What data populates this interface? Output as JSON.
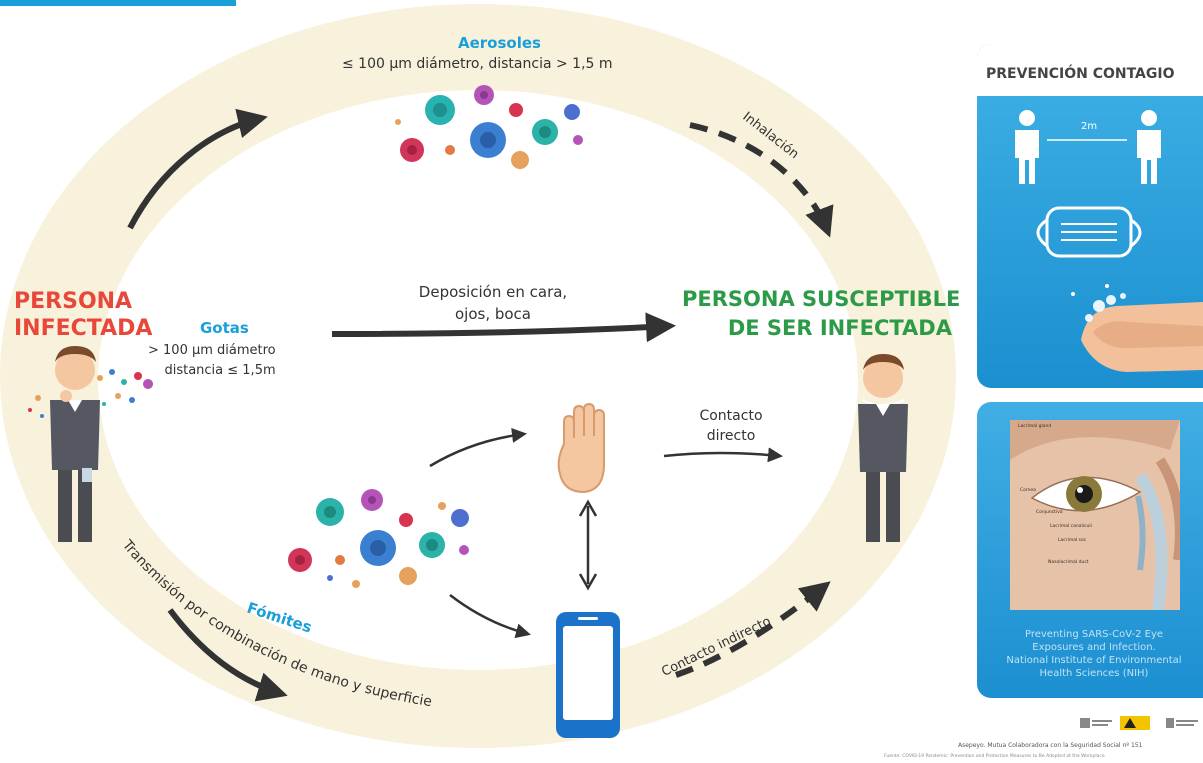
{
  "aerosoles": {
    "title": "Aerosoles",
    "description": "≤ 100 µm diámetro, distancia > 1,5 m",
    "route_label": "Inhalación"
  },
  "infected": {
    "line1": "PERSONA",
    "line2": "INFECTADA"
  },
  "gotas": {
    "title": "Gotas",
    "line1": "> 100 µm diámetro",
    "line2": "distancia ≤ 1,5m"
  },
  "deposicion": {
    "line1": "Deposición en cara,",
    "line2": "ojos, boca"
  },
  "susceptible": {
    "line1": "PERSONA SUSCEPTIBLE",
    "line2": "DE SER INFECTADA"
  },
  "contacto_directo": {
    "line1": "Contacto",
    "line2": "directo"
  },
  "contacto_indirecto": "Contacto indirecto",
  "fomites": {
    "title": "Fómites",
    "arc_text": "Transmisión por combinación de mano y superficie"
  },
  "prevencion": {
    "title": "PREVENCIÓN CONTAGIO",
    "distance": "2m",
    "icons": [
      "person-icon",
      "mask-icon",
      "handwashing-icon"
    ]
  },
  "nih": {
    "eye_labels": [
      "Lacrimal gland",
      "Cornea",
      "Conjunctiva",
      "Lacrimal canaliculi",
      "Lacrimal sac",
      "Nasolacrimal duct"
    ],
    "caption_line1": "Preventing SARS-CoV-2 Eye",
    "caption_line2": "Exposures and Infection.",
    "caption_line3": "National Institute of Environmental",
    "caption_line4": "Health Sciences (NIH)"
  },
  "footer": {
    "line1": "Asepeyo. Mutua Colaboradora con la Seguridad Social nº 151",
    "line2": "Fuente: COVID-19 Pandemic: Prevention and Protection Measures to Be Adopted at the Workplace"
  },
  "colors": {
    "ring": "#f8f1dc",
    "arrow": "#333333",
    "infected_red": "#e8473a",
    "susceptible_green": "#2c9a47",
    "accent_blue": "#1a9fd9",
    "panel_blue": "#2a9ed9",
    "phone_blue": "#1a73c9"
  }
}
